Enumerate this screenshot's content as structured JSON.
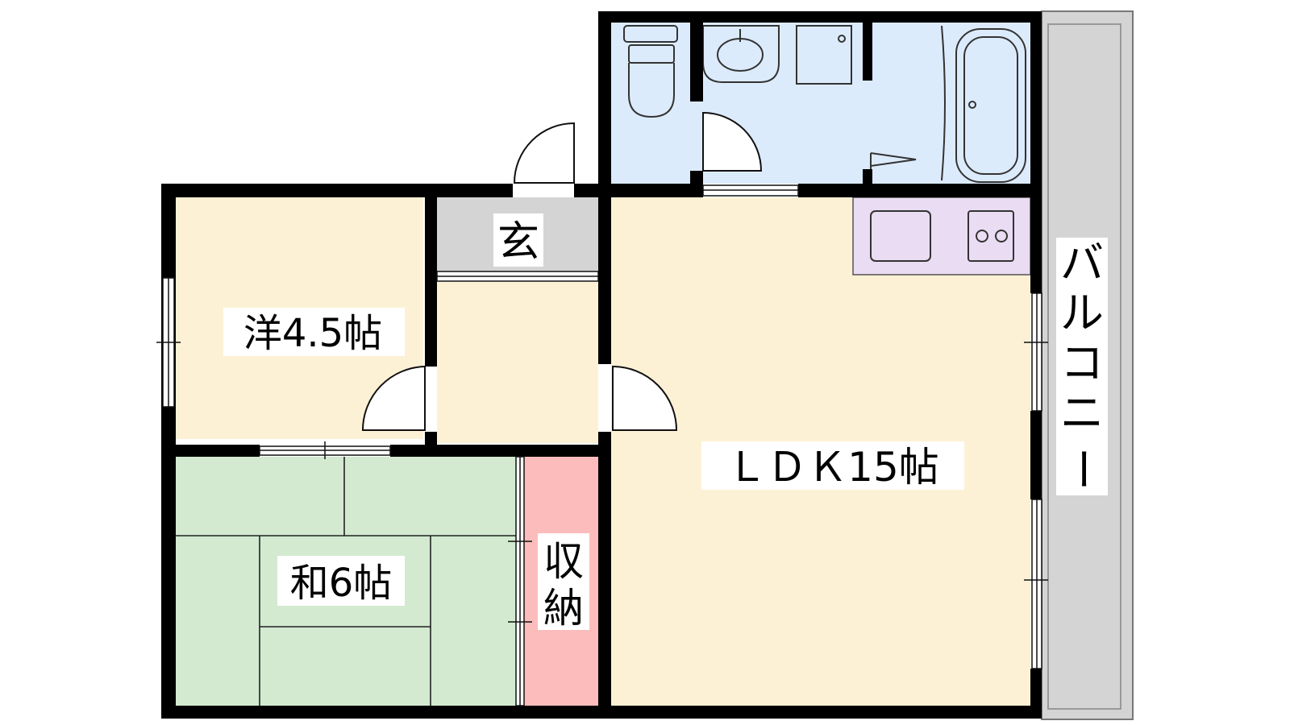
{
  "rooms": {
    "western": {
      "label": "洋4.5帖"
    },
    "japanese": {
      "label": "和6帖"
    },
    "storage": {
      "label_top": "収",
      "label_bottom": "納"
    },
    "entrance": {
      "label": "玄"
    },
    "ldk": {
      "label": "ＬＤＫ15帖"
    },
    "balcony": {
      "chars": [
        "バ",
        "ル",
        "コ",
        "ニ",
        "ー"
      ]
    }
  },
  "colors": {
    "wall": "#000000",
    "western_floor": "#fdf1d5",
    "ldk_floor": "#fdf1d5",
    "hall_floor": "#fdf1d5",
    "tatami": "#d3ead0",
    "storage": "#fdbcbc",
    "entrance": "#d4d4d4",
    "wet_area": "#dcebfc",
    "kitchen": "#eadcf3",
    "balcony": "#d4d4d4"
  }
}
